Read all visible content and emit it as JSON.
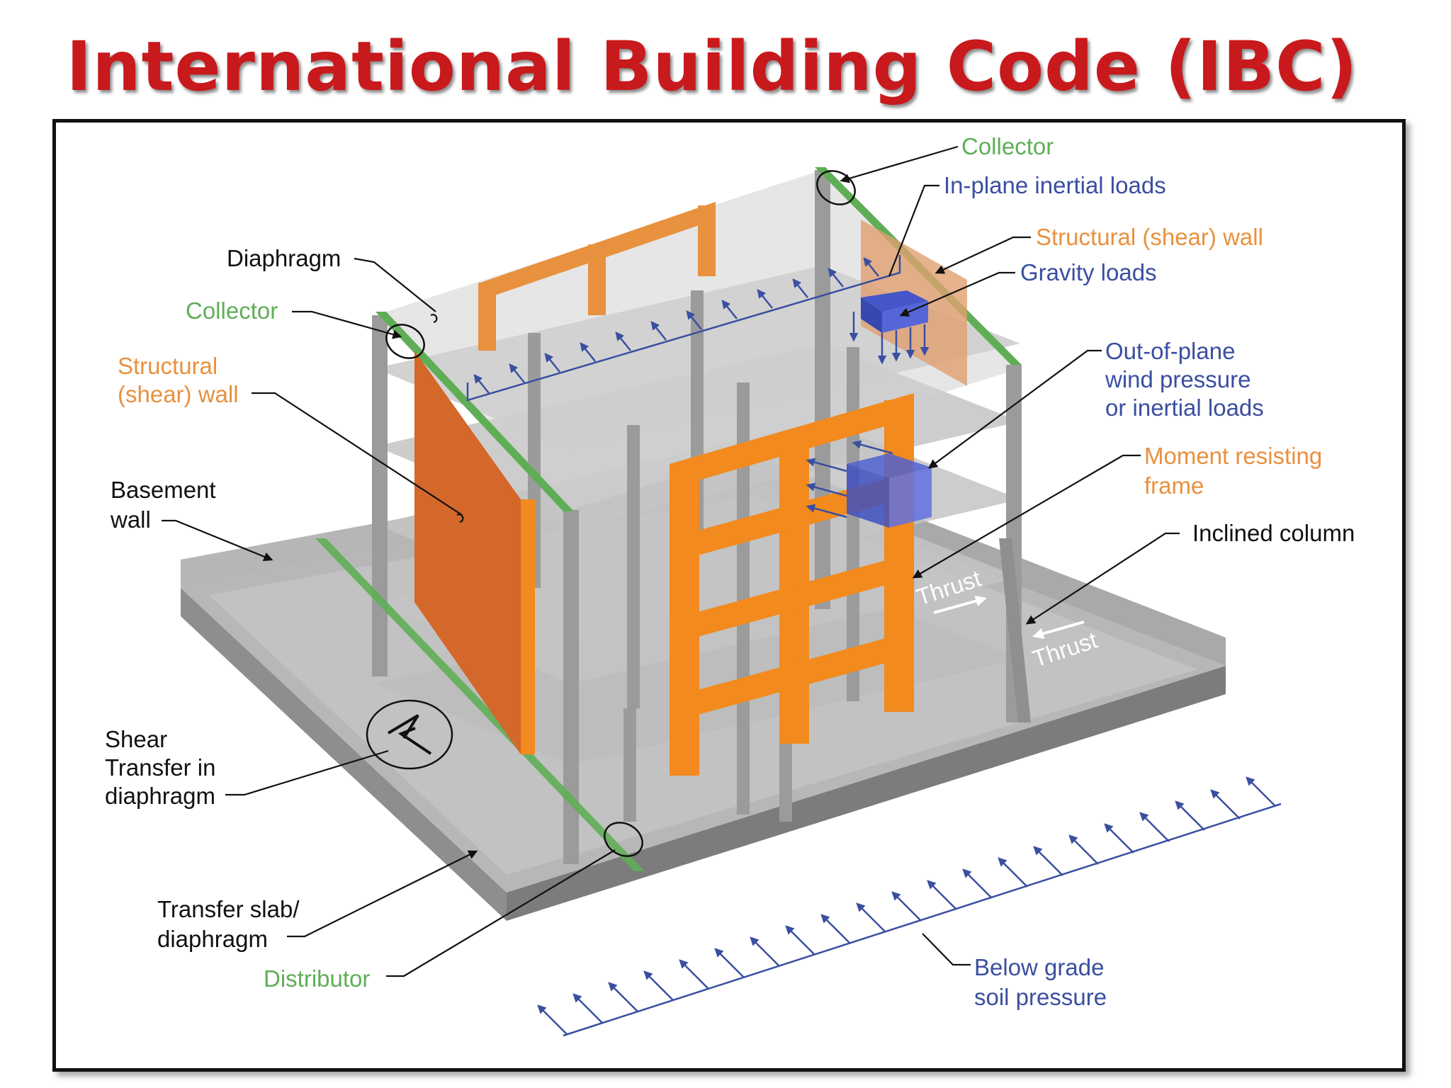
{
  "title": "International Building Code (IBC)",
  "colors": {
    "title": "#c8191c",
    "collector_green": "#5fae56",
    "structural_orange": "#f28a1e",
    "load_blue": "#3a4fa0",
    "concrete_gray": "#b9b9b9"
  },
  "labels": {
    "collector_top": "Collector",
    "in_plane_inertial_loads": "In-plane inertial loads",
    "structural_shear_wall_right": "Structural (shear) wall",
    "gravity_loads": "Gravity loads",
    "out_of_plane": [
      "Out-of-plane",
      "wind pressure",
      "or inertial loads"
    ],
    "moment_resisting_frame": [
      "Moment resisting",
      "frame"
    ],
    "inclined_column": "Inclined column",
    "diaphragm": "Diaphragm",
    "collector_left": "Collector",
    "structural_shear_wall_left": [
      "Structural",
      "(shear) wall"
    ],
    "basement_wall": [
      "Basement",
      "wall"
    ],
    "shear_transfer": [
      "Shear",
      "Transfer in",
      "diaphragm"
    ],
    "transfer_slab": [
      "Transfer slab/",
      "diaphragm"
    ],
    "distributor": "Distributor",
    "below_grade_soil_pressure": [
      "Below grade",
      "soil pressure"
    ],
    "thrust_left": "Thrust",
    "thrust_right": "Thrust"
  }
}
